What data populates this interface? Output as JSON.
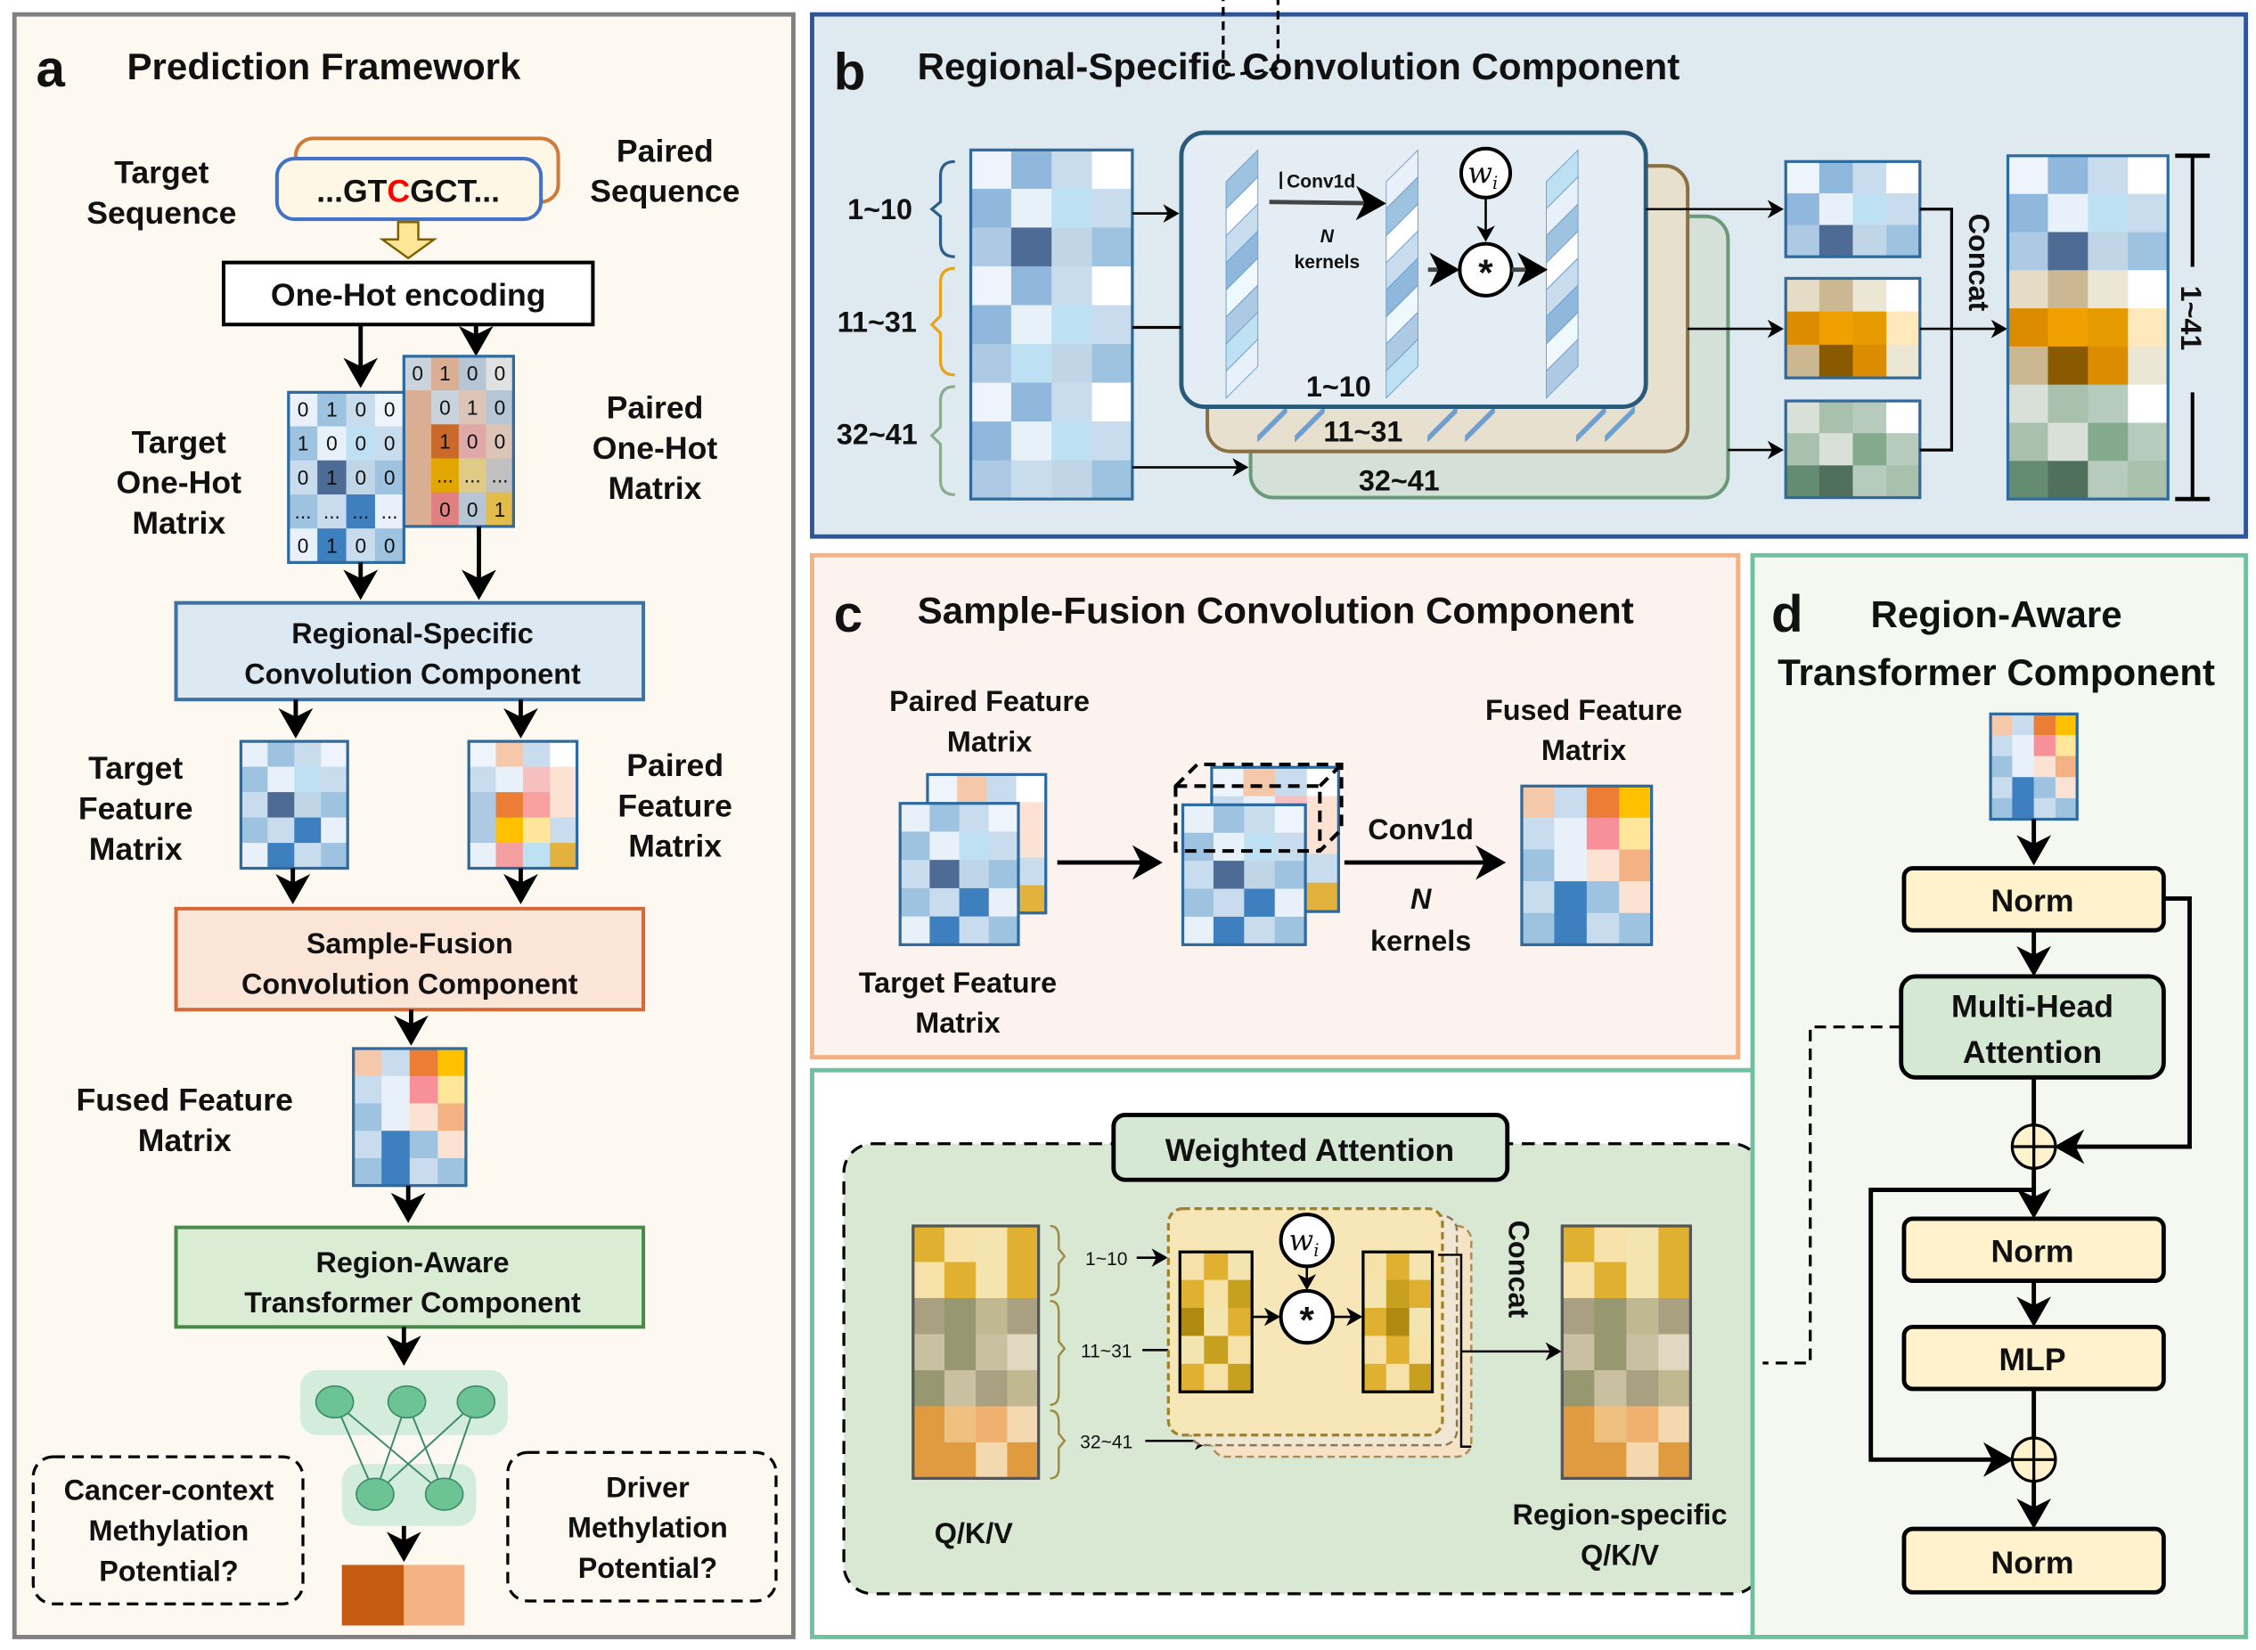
{
  "panel_a": {
    "letter": "a",
    "title": "Prediction Framework",
    "target_sequence_label": [
      "Target",
      "Sequence"
    ],
    "paired_sequence_label": [
      "Paired",
      "Sequence"
    ],
    "sequence": {
      "prefix": "...GT",
      "highlight": "C",
      "suffix": "GCT...",
      "highlight_color": "#ff0000"
    },
    "onehot_box": "One-Hot encoding",
    "target_onehot_label": [
      "Target",
      "One-Hot",
      "Matrix"
    ],
    "paired_onehot_label": [
      "Paired",
      "One-Hot",
      "Matrix"
    ],
    "target_onehot_rows": [
      [
        "0",
        "1",
        "0",
        "0"
      ],
      [
        "1",
        "0",
        "0",
        "0"
      ],
      [
        "0",
        "1",
        "0",
        "0"
      ],
      [
        "...",
        "...",
        "...",
        "..."
      ],
      [
        "0",
        "1",
        "0",
        "0"
      ]
    ],
    "paired_onehot_rows": [
      [
        "0",
        "1",
        "0",
        "0"
      ],
      [
        "0",
        "1",
        "0"
      ],
      [
        "1",
        "0",
        "0"
      ],
      [
        "...",
        "...",
        "..."
      ],
      [
        "0",
        "0",
        "1"
      ]
    ],
    "regional_box": [
      "Regional-Specific",
      "Convolution Component"
    ],
    "target_feature_label": [
      "Target",
      "Feature",
      "Matrix"
    ],
    "paired_feature_label": [
      "Paired",
      "Feature",
      "Matrix"
    ],
    "fusion_box": [
      "Sample-Fusion",
      "Convolution Component"
    ],
    "fused_feature_label": [
      "Fused Feature",
      "Matrix"
    ],
    "transformer_box": [
      "Region-Aware",
      "Transformer Component"
    ],
    "question_left": [
      "Cancer-context",
      "Methylation",
      "Potential?"
    ],
    "question_right": [
      "Driver",
      "Methylation",
      "Potential?"
    ],
    "output_colors": [
      "#c55a11",
      "#f4b183"
    ]
  },
  "panel_b": {
    "letter": "b",
    "title": "Regional-Specific Convolution Component",
    "regions": [
      {
        "label": "1~10",
        "color": "#2e5f8a"
      },
      {
        "label": "11~31",
        "color": "#e8a317"
      },
      {
        "label": "32~41",
        "color": "#8aad90"
      }
    ],
    "conv_label": "Conv1d",
    "n_label": "N",
    "kernels_label": "kernels",
    "weight_symbol": "w",
    "weight_subscript": "i",
    "multiply_symbol": "*",
    "concat_label": "Concat",
    "range_label": "1~41"
  },
  "panel_c": {
    "letter": "c",
    "title": "Sample-Fusion Convolution Component",
    "paired_label": [
      "Paired Feature",
      "Matrix"
    ],
    "target_label": [
      "Target Feature",
      "Matrix"
    ],
    "conv_label": "Conv1d",
    "n_label": "N",
    "kernels_label": "kernels",
    "fused_label": [
      "Fused Feature",
      "Matrix"
    ]
  },
  "panel_d": {
    "letter": "d",
    "title": [
      "Region-Aware",
      "Transformer Component"
    ],
    "norm1": "Norm",
    "mha": [
      "Multi-Head",
      "Attention"
    ],
    "norm2": "Norm",
    "mlp": "MLP",
    "norm3": "Norm"
  },
  "weighted_attention": {
    "title": "Weighted Attention",
    "qkv_label": "Q/K/V",
    "regions": [
      {
        "label": "1~10",
        "color": "#e8a317"
      },
      {
        "label": "11~31",
        "color": "#666666"
      },
      {
        "label": "32~41",
        "color": "#e8a317"
      }
    ],
    "weight_symbol": "w",
    "weight_subscript": "i",
    "multiply_symbol": "*",
    "concat_label": "Concat",
    "output_label": [
      "Region-specific",
      "Q/K/V"
    ]
  }
}
